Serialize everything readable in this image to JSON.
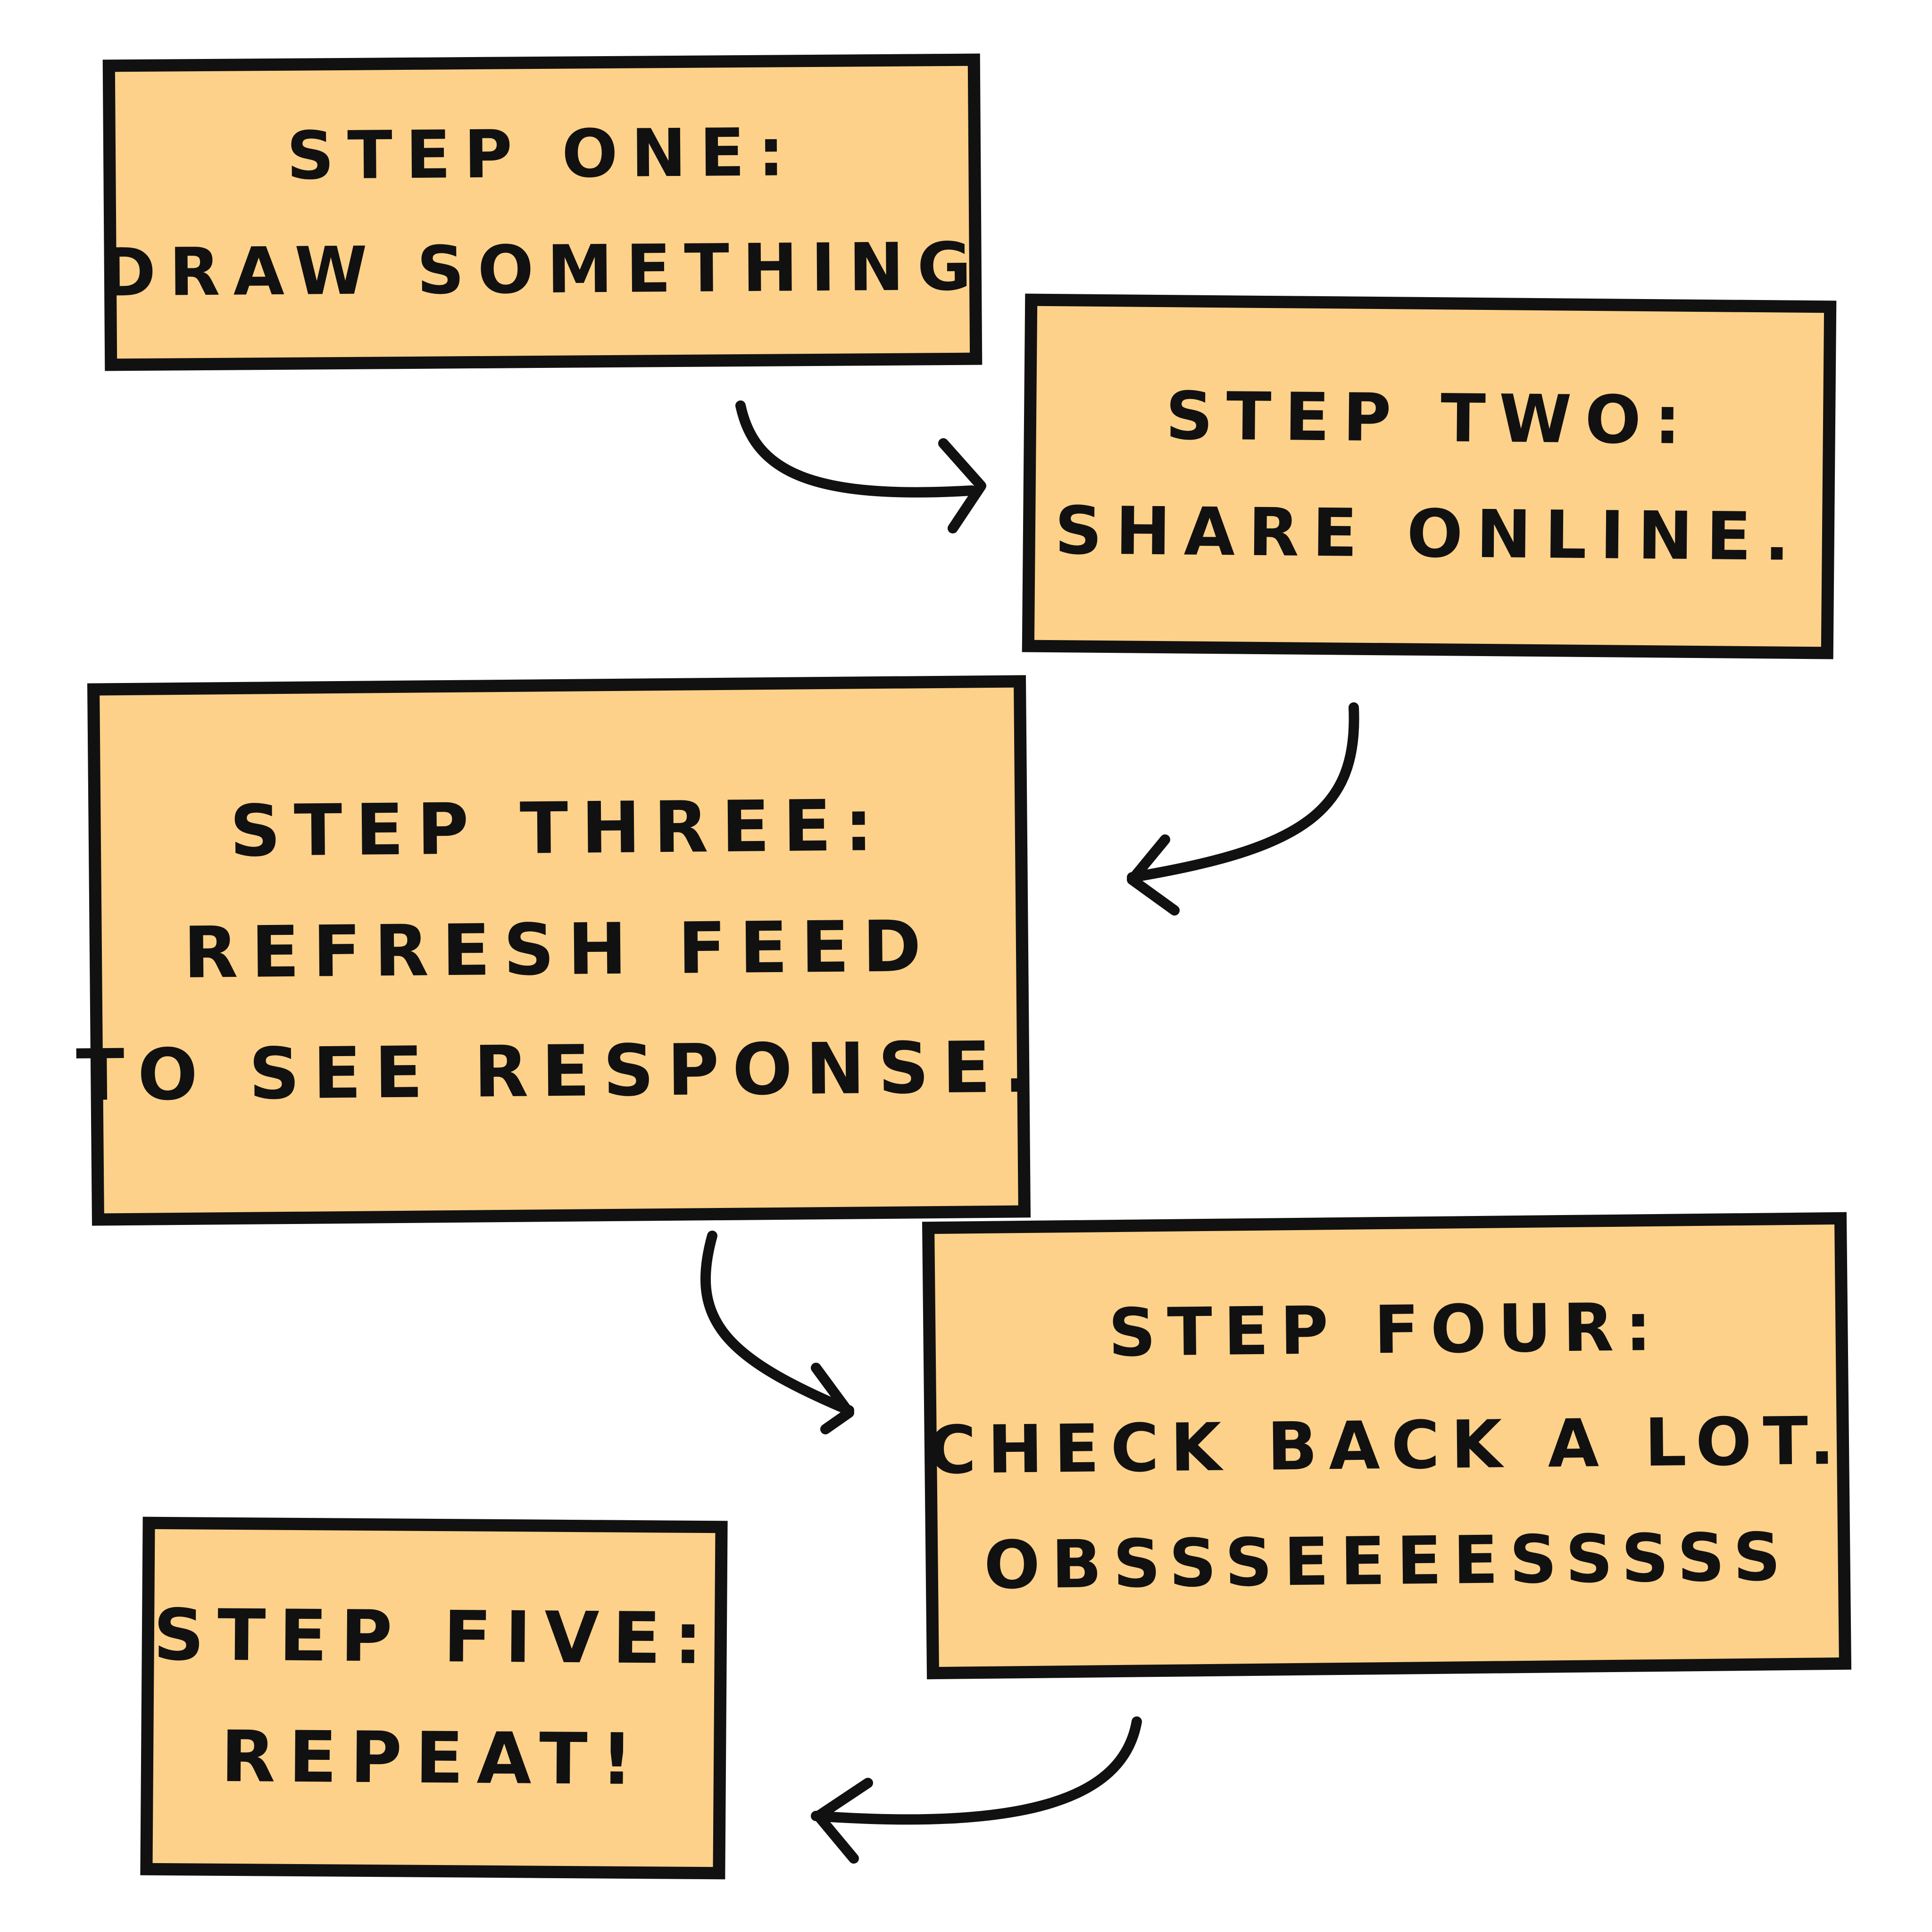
{
  "steps": [
    {
      "title": "Step one:",
      "lines": [
        "Draw something"
      ]
    },
    {
      "title": "Step two:",
      "lines": [
        "Share online."
      ]
    },
    {
      "title": "Step three:",
      "lines": [
        "Refresh feed",
        "to see response."
      ]
    },
    {
      "title": "Step four:",
      "lines": [
        "Check back a lot.",
        "OBSSSEEEESSSSS"
      ]
    },
    {
      "title": "Step five:",
      "lines": [
        "Repeat!"
      ]
    }
  ],
  "colors": {
    "box_fill": "#fdd189",
    "ink": "#111111",
    "background": "#ffffff"
  }
}
